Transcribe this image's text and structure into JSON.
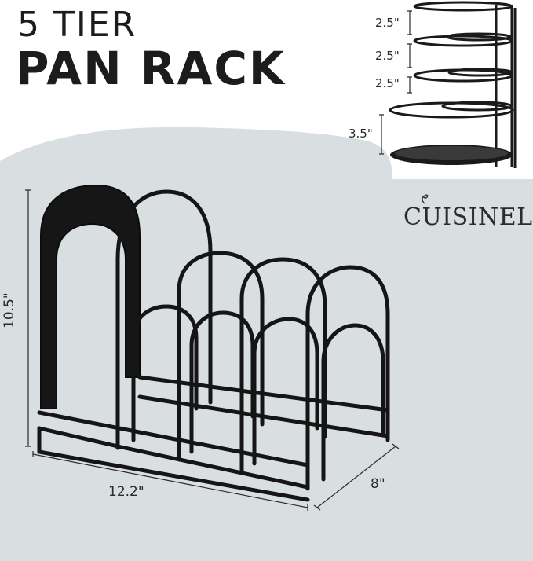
{
  "title": {
    "line1": "5 TIER",
    "line2": "PAN RACK"
  },
  "brand": {
    "name": "CUISINEL",
    "mark_icon": "flourish-icon"
  },
  "dimensions": {
    "height": "10.5\"",
    "width": "12.2\"",
    "depth": "8\"",
    "tier_spacings": [
      "2.5\"",
      "2.5\"",
      "2.5\"",
      "3.5\""
    ]
  },
  "colors": {
    "background_panel": "#d9dfe1",
    "rack": "#1a1a1a",
    "text": "#1c1c1c"
  }
}
